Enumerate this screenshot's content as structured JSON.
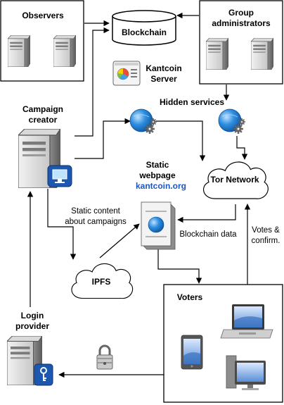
{
  "nodes": {
    "observers": "Observers",
    "blockchain": "Blockchain",
    "group_admins_line1": "Group",
    "group_admins_line2": "administrators",
    "kantcoin_server_line1": "Kantcoin",
    "kantcoin_server_line2": "Server",
    "hidden_services": "Hidden services",
    "campaign_creator_line1": "Campaign",
    "campaign_creator_line2": "creator",
    "static_webpage_line1": "Static",
    "static_webpage_line2": "webpage",
    "webpage_url": "kantcoin.org",
    "tor_network": "Tor Network",
    "ipfs": "IPFS",
    "voters": "Voters",
    "login_provider_line1": "Login",
    "login_provider_line2": "provider"
  },
  "edge_labels": {
    "static_content_line1": "Static content",
    "static_content_line2": "about campaigns",
    "blockchain_data": "Blockchain data",
    "votes_line1": "Votes &",
    "votes_line2": "confirm."
  },
  "colors": {
    "server_light": "#e6e6e6",
    "server_mid": "#b8b8b8",
    "server_dark": "#6d6d6d",
    "globe_blue": "#2f8fe0",
    "globe_dark": "#0b4f9a",
    "url_blue": "#1a56c4",
    "badge_blue": "#1d58b0"
  },
  "icons": [
    "server-icon",
    "database-icon",
    "globe-icon",
    "gear-icon",
    "cloud-icon",
    "padlock-icon",
    "laptop-icon",
    "tablet-icon",
    "monitor-icon",
    "document-icon",
    "chart-icon",
    "key-icon"
  ]
}
